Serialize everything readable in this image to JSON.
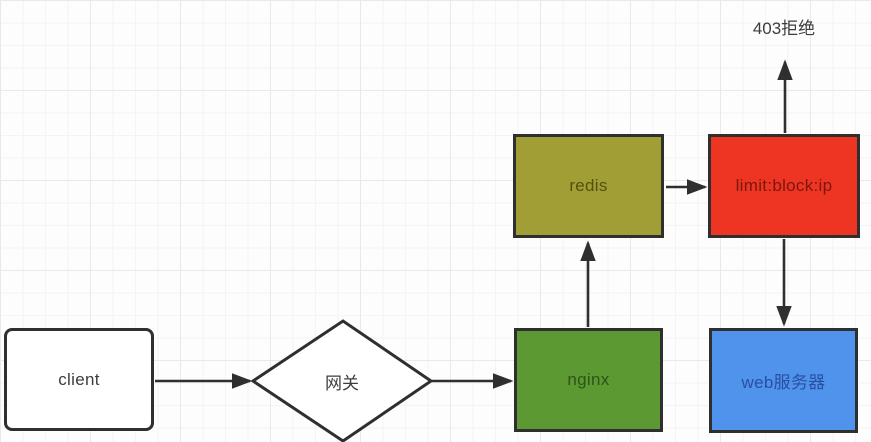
{
  "diagram": {
    "nodes": [
      {
        "id": "client",
        "label": "client",
        "shape": "rounded-rectangle",
        "fill": "#ffffff",
        "text_color": "#3d3d3d"
      },
      {
        "id": "gateway",
        "label": "网关",
        "shape": "diamond",
        "fill": "#ffffff",
        "text_color": "#3d3d3d"
      },
      {
        "id": "nginx",
        "label": "nginx",
        "shape": "rectangle",
        "fill": "#5c9933",
        "text_color": "#2c5418"
      },
      {
        "id": "redis",
        "label": "redis",
        "shape": "rectangle",
        "fill": "#a09e35",
        "text_color": "#545110"
      },
      {
        "id": "limit_block_ip",
        "label": "limit:block:ip",
        "shape": "rectangle",
        "fill": "#ee3524",
        "text_color": "#7c170c"
      },
      {
        "id": "web_server",
        "label": "web服务器",
        "shape": "rectangle",
        "fill": "#4f93ed",
        "text_color": "#2a4fa2"
      }
    ],
    "annotations": [
      {
        "id": "reject_403",
        "label": "403拒绝",
        "text_color": "#3d3d3d"
      }
    ],
    "edges": [
      {
        "from": "client",
        "to": "gateway",
        "direction": "right"
      },
      {
        "from": "gateway",
        "to": "nginx",
        "direction": "right"
      },
      {
        "from": "nginx",
        "to": "redis",
        "direction": "up"
      },
      {
        "from": "redis",
        "to": "limit_block_ip",
        "direction": "right"
      },
      {
        "from": "limit_block_ip",
        "to": "reject_403",
        "direction": "up"
      },
      {
        "from": "limit_block_ip",
        "to": "web_server",
        "direction": "down"
      }
    ],
    "colors": {
      "connector_stroke": "#2f2f2f",
      "node_border": "#2f2f2f",
      "grid_minor": "#f4f4f4",
      "grid_major": "#e9e9e9",
      "canvas_background": "#fdfdfd"
    }
  }
}
